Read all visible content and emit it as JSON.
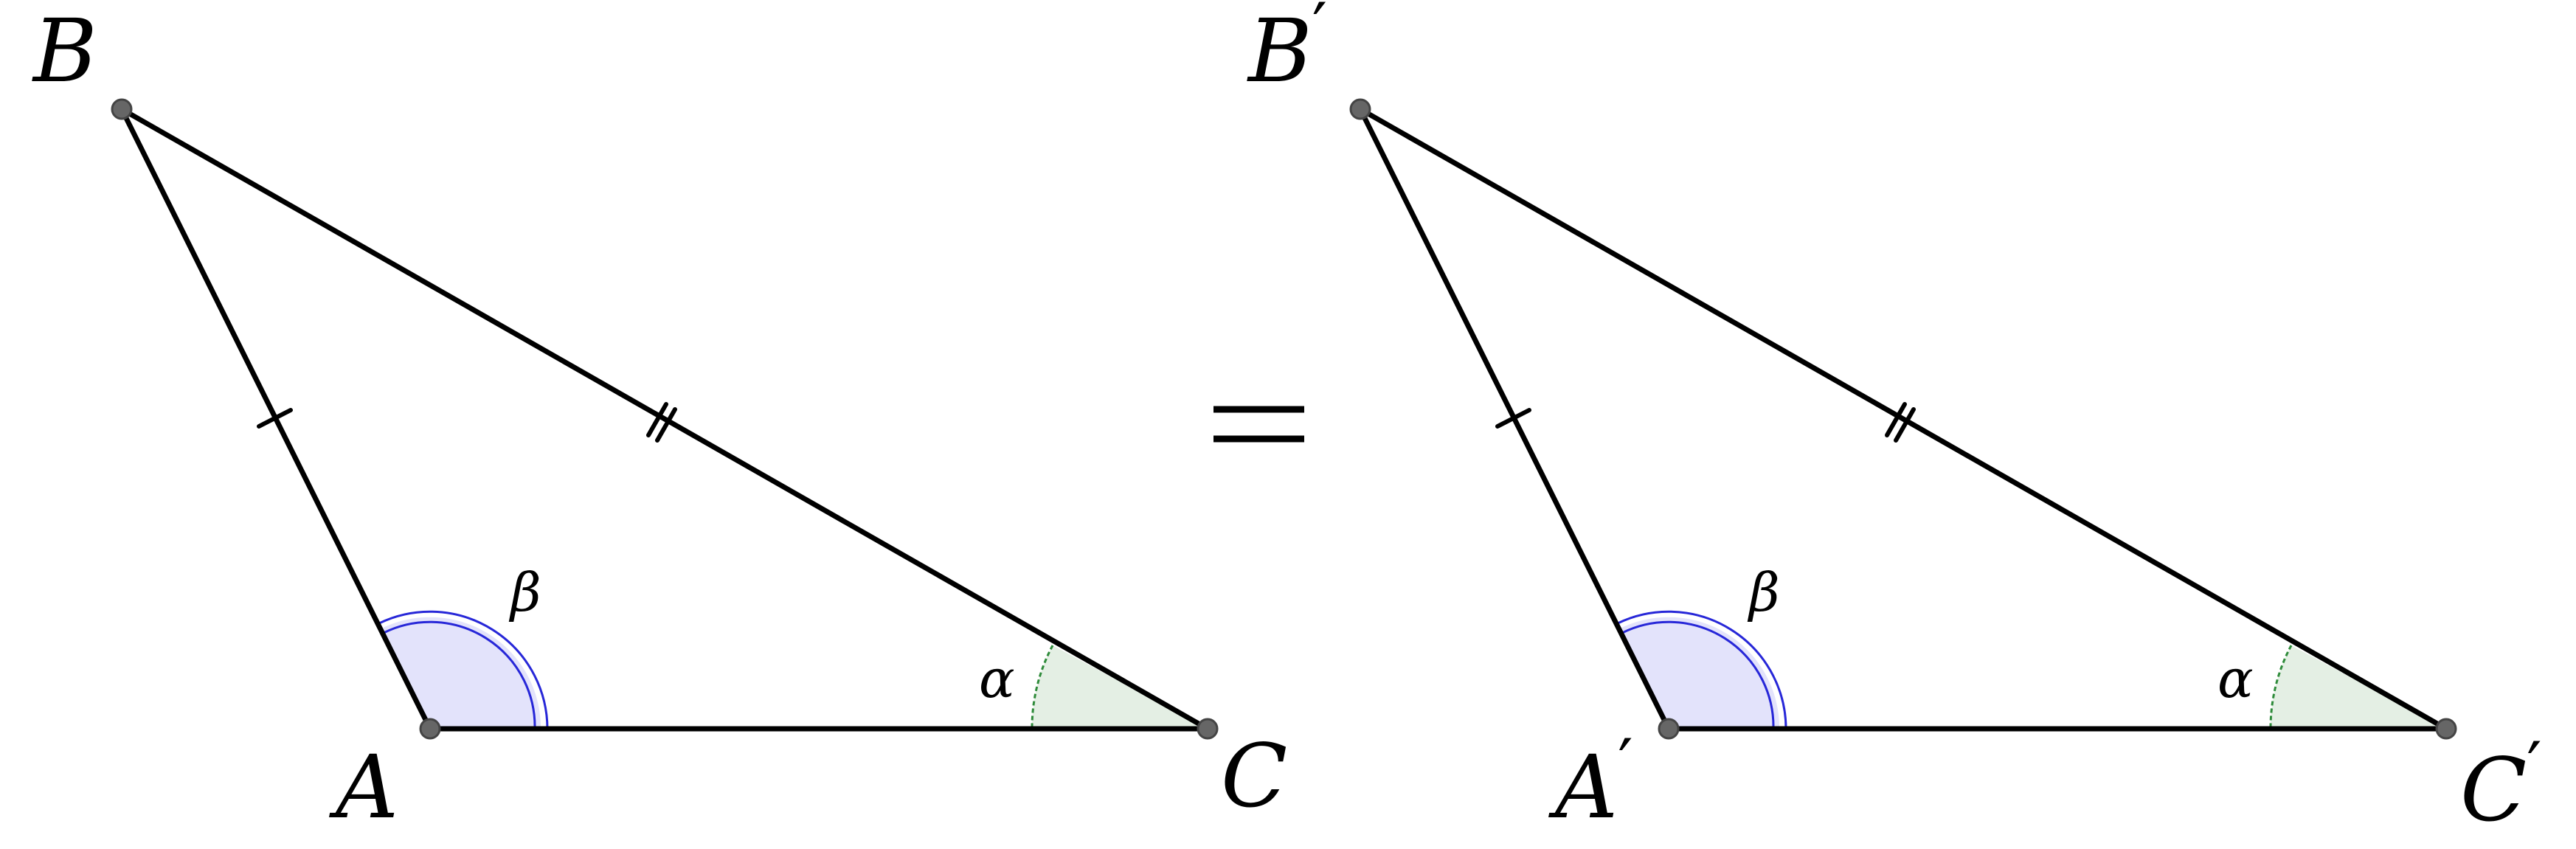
{
  "colors": {
    "beta_fill": "#e3e3fb",
    "beta_stroke": "#2727d8",
    "alpha_fill": "#e4efe4",
    "alpha_stroke": "#2e8b3a",
    "edge": "#000000",
    "vertex_dot": "#666666"
  },
  "left_triangle": {
    "vertex_a": "A",
    "vertex_b": "B",
    "vertex_c": "C",
    "angle_at_a": "β",
    "angle_at_c": "α"
  },
  "right_triangle": {
    "vertex_a": "A",
    "vertex_b": "B",
    "vertex_c": "C",
    "prime": "′",
    "angle_at_a": "β",
    "angle_at_c": "α"
  }
}
